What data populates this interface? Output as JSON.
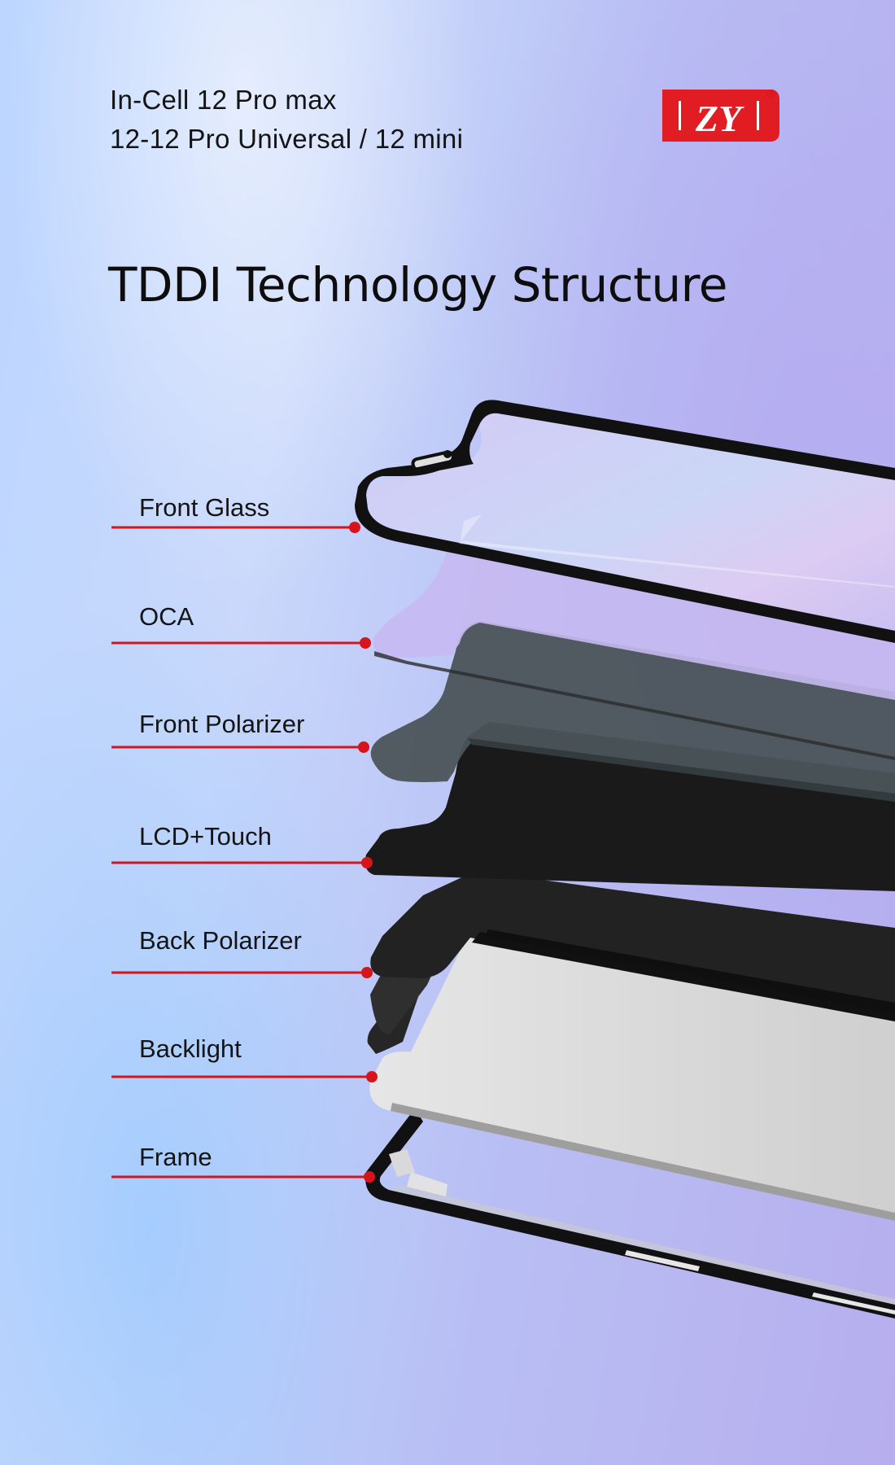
{
  "header": {
    "line1": "In-Cell 12 Pro max",
    "line2": "12-12 Pro Universal / 12 mini",
    "title": "TDDI Technology Structure"
  },
  "brand": {
    "logo_text": "ZY",
    "registered_mark": "®",
    "color": "#e21c23"
  },
  "layers": [
    {
      "label": "Front Glass"
    },
    {
      "label": "OCA"
    },
    {
      "label": "Front Polarizer"
    },
    {
      "label": "LCD+Touch"
    },
    {
      "label": "Back Polarizer"
    },
    {
      "label": "Backlight"
    },
    {
      "label": "Frame"
    }
  ],
  "colors": {
    "leader_line": "#d5141b",
    "front_glass_bezel": "#111111",
    "oca": "#c9bdf2",
    "front_polarizer": "#4a5358",
    "lcd_touch": "#1b1b1b",
    "back_polarizer": "#2a2a2a",
    "backlight": "#dadada",
    "frame": "#111111"
  }
}
